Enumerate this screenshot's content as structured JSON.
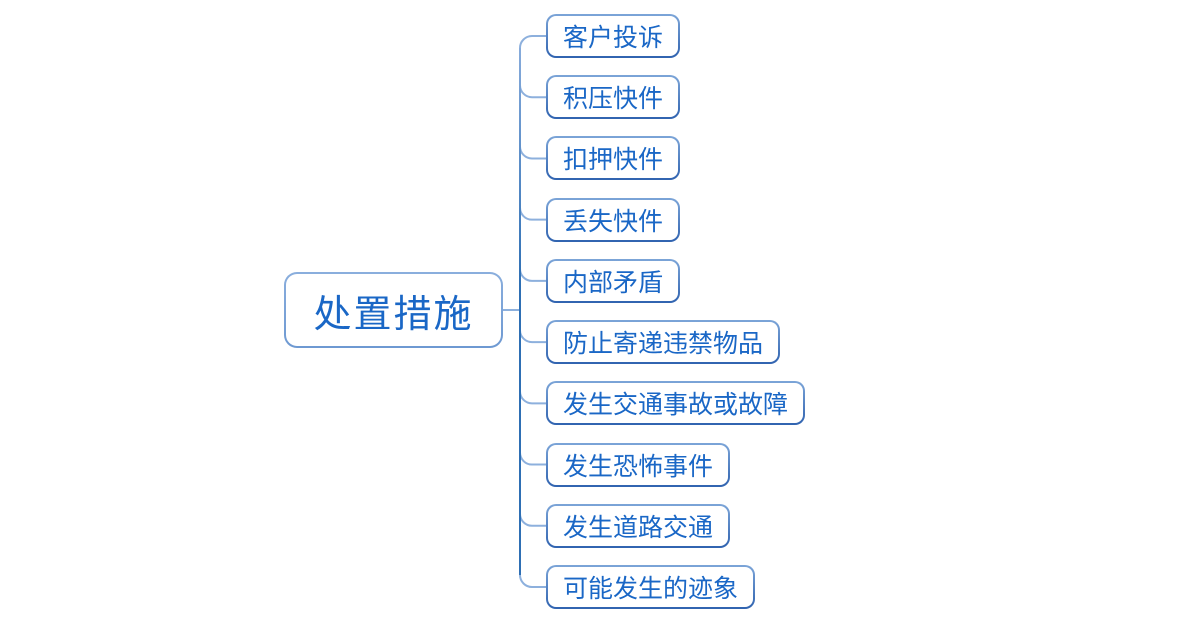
{
  "mindmap": {
    "type": "mindmap",
    "root": {
      "label": "处置措施"
    },
    "children": [
      "客户投诉",
      "积压快件",
      "扣押快件",
      "丢失快件",
      "内部矛盾",
      "防止寄递违禁物品",
      "发生交通事故或故障",
      "发生恐怖事件",
      "发生道路交通",
      "可能发生的迹象"
    ]
  },
  "colors": {
    "text": "#1a67c6",
    "child_border_top": "#7ca5d8",
    "child_border_bottom": "#3063b0",
    "root_border_top": "#8aaedd",
    "root_border_bottom": "#6e99d2",
    "spine_top": "#87abdb",
    "spine_dark": "#2e6fb4",
    "branch": "#8db0dd",
    "background": "#ffffff"
  }
}
